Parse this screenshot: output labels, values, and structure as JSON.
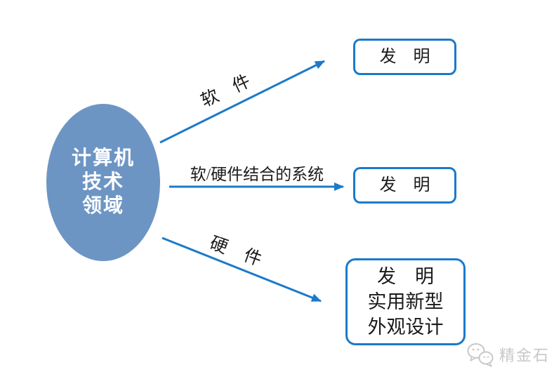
{
  "diagram": {
    "source": {
      "lines": [
        "计算机",
        "技术",
        "领域"
      ]
    },
    "branches": [
      {
        "label": "软 件",
        "target": {
          "lines": [
            "发　明"
          ]
        }
      },
      {
        "label": "软/硬件结合的系统",
        "target": {
          "lines": [
            "发　明"
          ]
        }
      },
      {
        "label": "硬 件",
        "target": {
          "lines": [
            "发　明",
            "实用新型",
            "外观设计"
          ]
        }
      }
    ]
  },
  "watermark": {
    "brand": "精金石",
    "logo": "wechat-bubbles-icon"
  },
  "colors": {
    "arrow": "#1B7AC9",
    "box_border": "#1B7AC9",
    "ellipse_fill": "#6D95C4",
    "ellipse_text": "#FFFFFF",
    "label_text": "#1A1A1A",
    "watermark_gray": "#C8C8C8"
  }
}
